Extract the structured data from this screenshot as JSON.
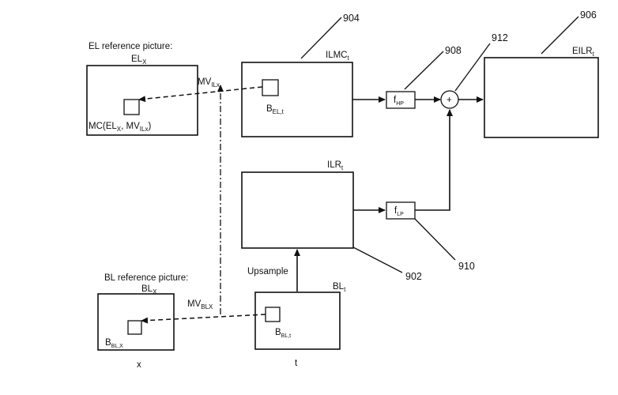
{
  "labels": {
    "el_ref_title": "EL reference picture:",
    "el_x": "EL",
    "el_x_sub": "X",
    "mc_label": "MC(EL",
    "mc_sub1": "X",
    "mc_mid": ", MV",
    "mc_sub2": "ILx",
    "mc_end": ")",
    "mv_ilx": "MV",
    "mv_ilx_sub": "ILx",
    "ilmc": "ILMC",
    "ilmc_sub": "t",
    "b_el": "B",
    "b_el_sub": "EL,t",
    "f_hp": "f",
    "f_hp_sub": "HP",
    "plus": "+",
    "eilr": "EILR",
    "eilr_sub": "t",
    "ilr": "ILR",
    "ilr_sub": "t",
    "f_lp": "f",
    "f_lp_sub": "LP",
    "upsample": "Upsample",
    "bl_ref_title": "BL reference picture:",
    "bl_x": "BL",
    "bl_x_sub": "X",
    "b_blx": "B",
    "b_blx_sub": "BL,X",
    "mv_blx": "MV",
    "mv_blx_sub": "BLX",
    "bl_t": "BL",
    "bl_t_sub": "t",
    "b_blt": "B",
    "b_blt_sub": "BL,t",
    "x_caption": "x",
    "t_caption": "t"
  },
  "refs": {
    "r902": "902",
    "r904": "904",
    "r906": "906",
    "r908": "908",
    "r910": "910",
    "r912": "912"
  }
}
